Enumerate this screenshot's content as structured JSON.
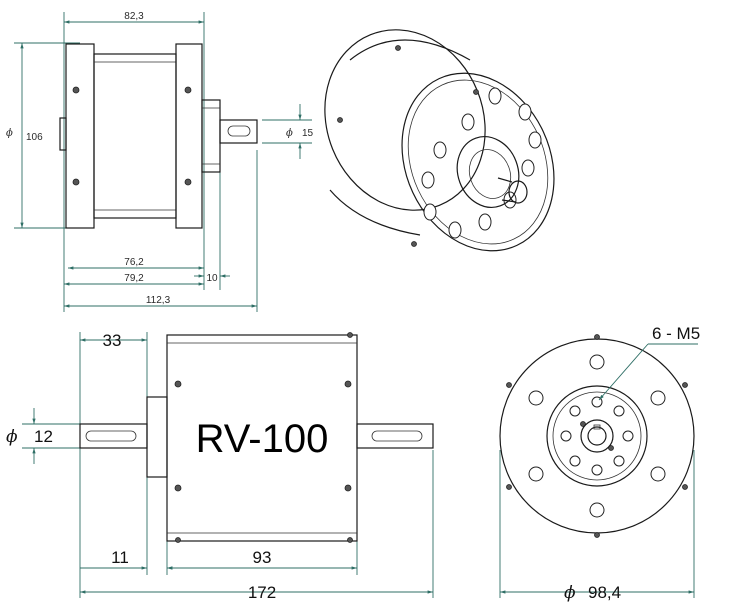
{
  "model": "RV-100",
  "top_side_view": {
    "dim_length": "82,3",
    "dim_diameter": "106",
    "dim_shaft_diameter": "15",
    "dim_body": "76,2",
    "dim_body_flange": "79,2",
    "dim_shaft_ext": "10",
    "dim_overall": "112,3",
    "phi_symbol": "ϕ"
  },
  "bottom_side_view": {
    "dim_shaft_left": "33",
    "dim_shaft_diameter": "12",
    "dim_flange": "11",
    "dim_body": "93",
    "dim_overall": "172",
    "phi_symbol": "ϕ"
  },
  "front_view": {
    "dim_thread": "6 - M5",
    "dim_diameter": "98,4",
    "phi_symbol": "ϕ"
  },
  "colors": {
    "line": "#1a1a1a",
    "dimension": "#2f6f66"
  }
}
